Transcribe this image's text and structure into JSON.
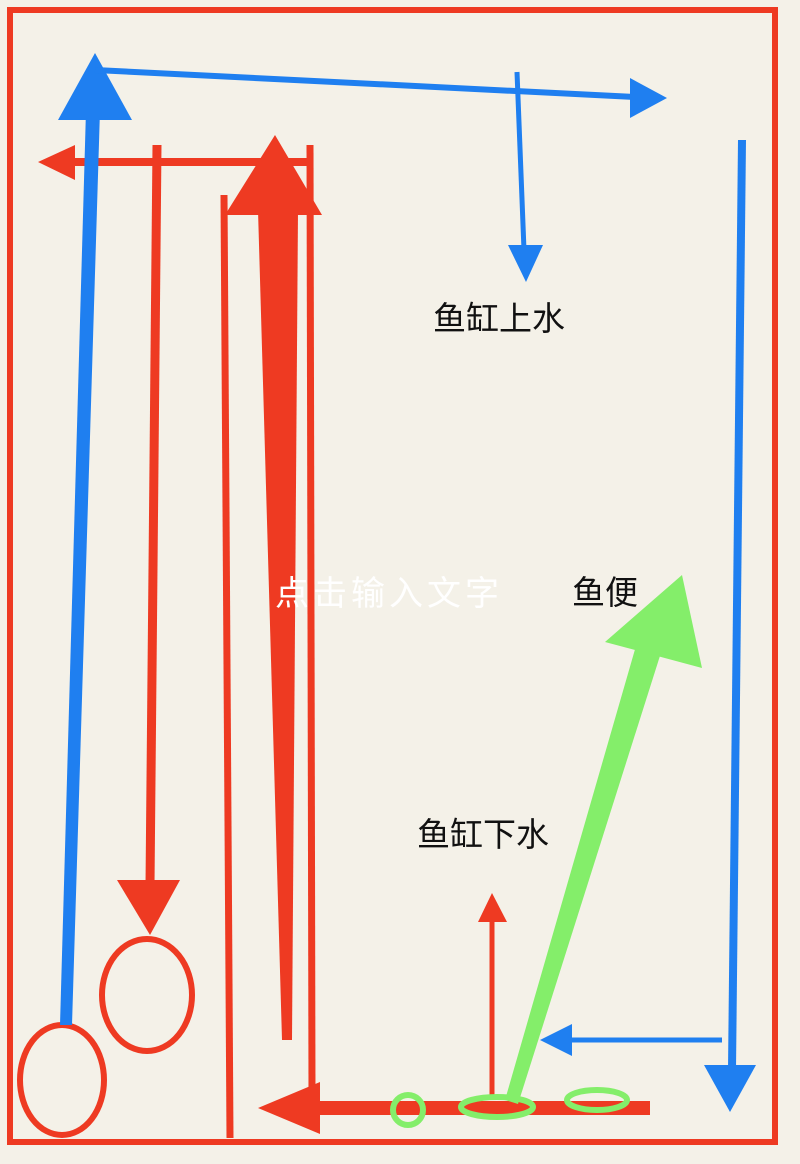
{
  "labels": {
    "tank_inlet": "鱼缸上水",
    "fish_waste": "鱼便",
    "tank_outlet": "鱼缸下水"
  },
  "placeholder_text": "点击输入文字",
  "colors": {
    "background": "#f4f1e8",
    "red": "#ee3a22",
    "blue": "#1f7ff0",
    "green": "#84ee6a"
  }
}
